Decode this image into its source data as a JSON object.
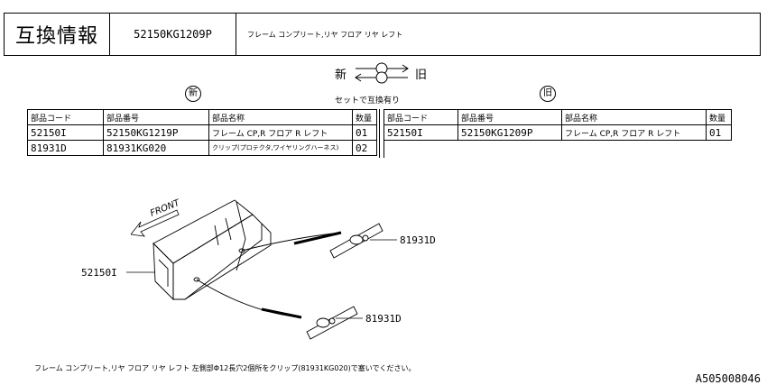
{
  "header": {
    "title": "互換情報",
    "part_number": "52150KG1209P",
    "part_name": "フレーム コンプリート,リヤ フロア リヤ レフト"
  },
  "legend": {
    "new_label": "新",
    "old_label": "旧",
    "set_note": "セットで互換有り",
    "new_marker": "新",
    "old_marker": "旧"
  },
  "new_table": {
    "headers": [
      "部品コード",
      "部品番号",
      "部品名称",
      "数量"
    ],
    "rows": [
      [
        "52150I",
        "52150KG1219P",
        "フレーム CP,R フロア R レフト",
        "01"
      ],
      [
        "81931D",
        "81931KG020",
        "クリップ(プロテクタ,ワイヤリングハーネス)",
        "02"
      ]
    ]
  },
  "old_table": {
    "headers": [
      "部品コード",
      "部品番号",
      "部品名称",
      "数量"
    ],
    "rows": [
      [
        "52150I",
        "52150KG1209P",
        "フレーム CP,R フロア R レフト",
        "01"
      ]
    ]
  },
  "diagram": {
    "front_label": "FRONT",
    "callouts": [
      "52150I",
      "81931D",
      "81931D"
    ]
  },
  "note": "フレーム コンプリート,リヤ フロア リヤ レフト 左側部Φ12長穴2個所をクリップ(81931KG020)で塞いでください。",
  "diagram_id": "A505008046"
}
